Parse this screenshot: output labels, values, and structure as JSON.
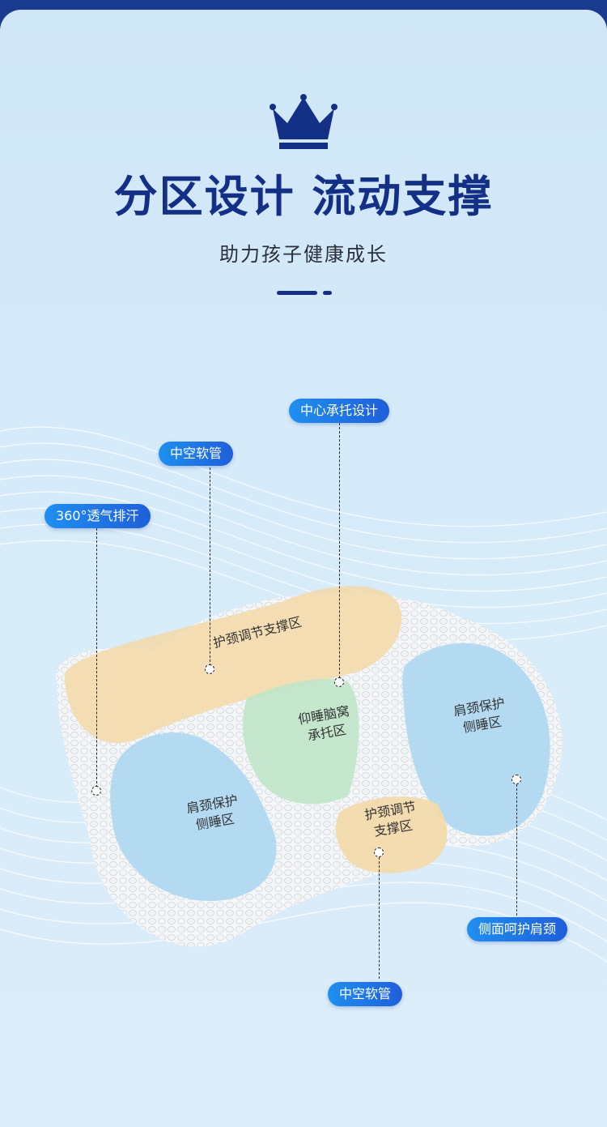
{
  "header": {
    "title": "分区设计 流动支撑",
    "subtitle": "助力孩子健康成长"
  },
  "callouts": {
    "breathable": "360°透气排汗",
    "hollow_tube_top": "中空软管",
    "center_support": "中心承托设计",
    "side_protect": "侧面呵护肩颈",
    "hollow_tube_bottom": "中空软管"
  },
  "zones": {
    "top_neck": "护颈调节支撑区",
    "center_line1": "仰睡脑窝",
    "center_line2": "承托区",
    "left_line1": "肩颈保护",
    "left_line2": "侧睡区",
    "right_line1": "肩颈保护",
    "right_line2": "侧睡区",
    "front_line1": "护颈调节",
    "front_line2": "支撑区"
  },
  "colors": {
    "brand": "#142f86",
    "tag": "#1f7ae6",
    "neck_zone": "#f4d9a8",
    "center_zone": "#bfe6c8",
    "side_zone": "#a9d6f2"
  },
  "icons": [
    "crown-icon"
  ]
}
